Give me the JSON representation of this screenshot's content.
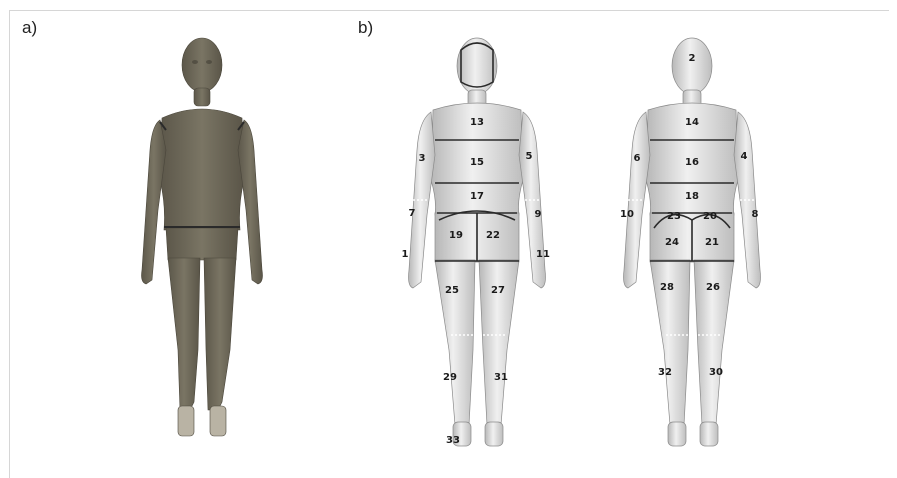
{
  "panels": {
    "a": {
      "label": "a)"
    },
    "b": {
      "label": "b)"
    }
  },
  "colors": {
    "photo_skin": "#6f6a5b",
    "model_skin": "#e4e4e4",
    "seam": "#2a2a2a"
  },
  "front_regions": [
    "13",
    "15",
    "3",
    "5",
    "17",
    "7",
    "9",
    "19",
    "22",
    "1",
    "11",
    "25",
    "27",
    "29",
    "31",
    "33"
  ],
  "back_regions": [
    "2",
    "14",
    "16",
    "6",
    "4",
    "18",
    "10",
    "8",
    "23",
    "20",
    "24",
    "21",
    "28",
    "26",
    "32",
    "30"
  ]
}
